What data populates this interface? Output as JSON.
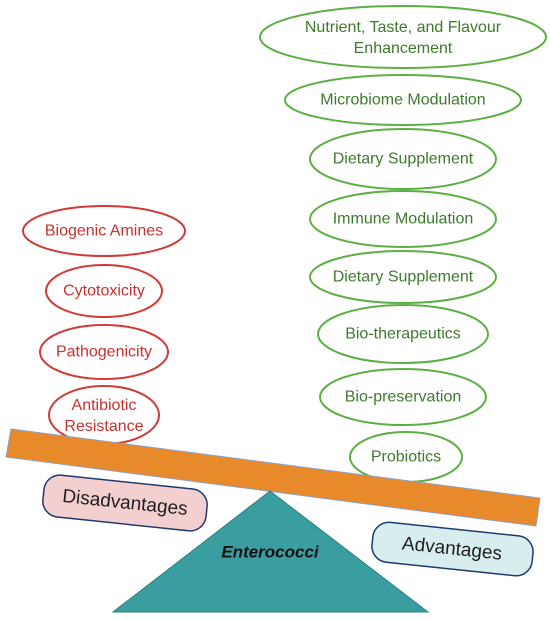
{
  "advantages": {
    "label": "Advantages",
    "items": [
      "Nutrient, Taste, and Flavour Enhancement",
      "Microbiome Modulation",
      "Dietary Supplement",
      "Immune Modulation",
      "Dietary Supplement",
      "Bio-therapeutics",
      "Bio-preservation",
      "Probiotics"
    ]
  },
  "disadvantages": {
    "label": "Disadvantages",
    "items": [
      "Biogenic Amines",
      "Cytotoxicity",
      "Pathogenicity",
      "Antibiotic Resistance"
    ]
  },
  "fulcrum": {
    "label": "Enterococci"
  },
  "colors": {
    "advantage_outline": "#5cb043",
    "advantage_text": "#3d7a2c",
    "disadvantage_outline": "#d13a36",
    "disadvantage_text": "#c8312f",
    "beam": "#e98a2a",
    "fulcrum": "#3a9ea0",
    "disadvantage_tag_fill": "#f4cfd0",
    "advantage_tag_fill": "#d8eeee"
  }
}
